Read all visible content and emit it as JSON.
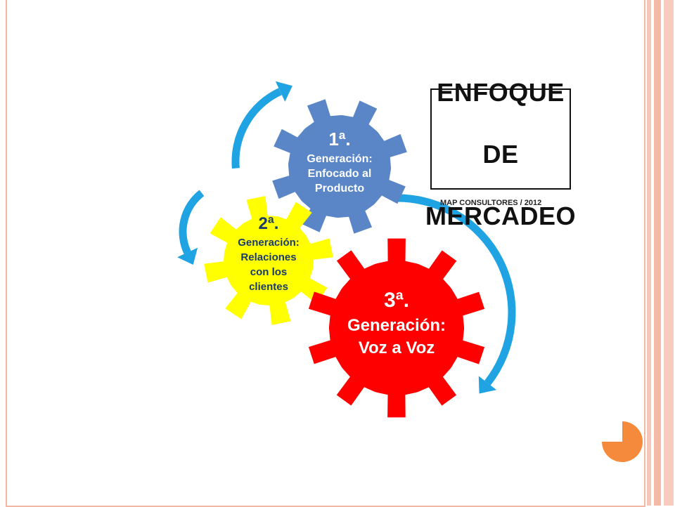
{
  "title": {
    "lines": [
      "ENFOQUE",
      "DE",
      "MERCADEO"
    ]
  },
  "credit": "MAP CONSULTORES / 2012",
  "colors": {
    "arrow": "#1fa3e3",
    "gear_blue": "#5a86c7",
    "gear_yellow": "#ffff00",
    "gear_red": "#ff0000",
    "accent_orange": "#f58a3c",
    "stripe": "#f4b9a7"
  },
  "gears": [
    {
      "name": "gear-first-generation",
      "color": "#5a86c7",
      "text_color": "#ffffff",
      "heading": "1ª.",
      "lines": [
        "Generación:",
        "Enfocado  al",
        "Producto"
      ]
    },
    {
      "name": "gear-second-generation",
      "color": "#ffff00",
      "text_color": "#1a3a6a",
      "heading": "2ª.",
      "lines": [
        "Generación:",
        "Relaciones",
        "con los",
        "clientes"
      ]
    },
    {
      "name": "gear-third-generation",
      "color": "#ff0000",
      "text_color": "#ffffff",
      "heading": "3ª.",
      "lines": [
        "Generación:",
        "Voz a Voz"
      ]
    }
  ]
}
